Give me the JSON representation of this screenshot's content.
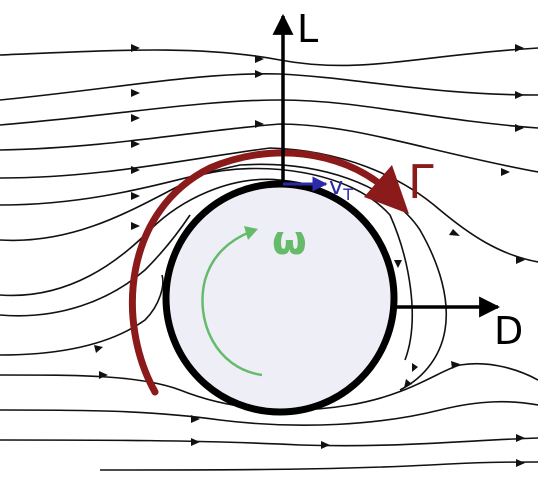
{
  "labels": {
    "lift": "L",
    "drag": "D",
    "circulation": "Γ",
    "angular_velocity": "ω",
    "tangential_velocity_main": "v",
    "tangential_velocity_sub": "T"
  },
  "colors": {
    "streamline": "#111111",
    "cylinder_fill": "#eeeef6",
    "cylinder_stroke": "#000000",
    "circulation": "#8b1a1a",
    "omega": "#66bb6a",
    "velocity": "#2b2ba8",
    "axis": "#000000"
  }
}
